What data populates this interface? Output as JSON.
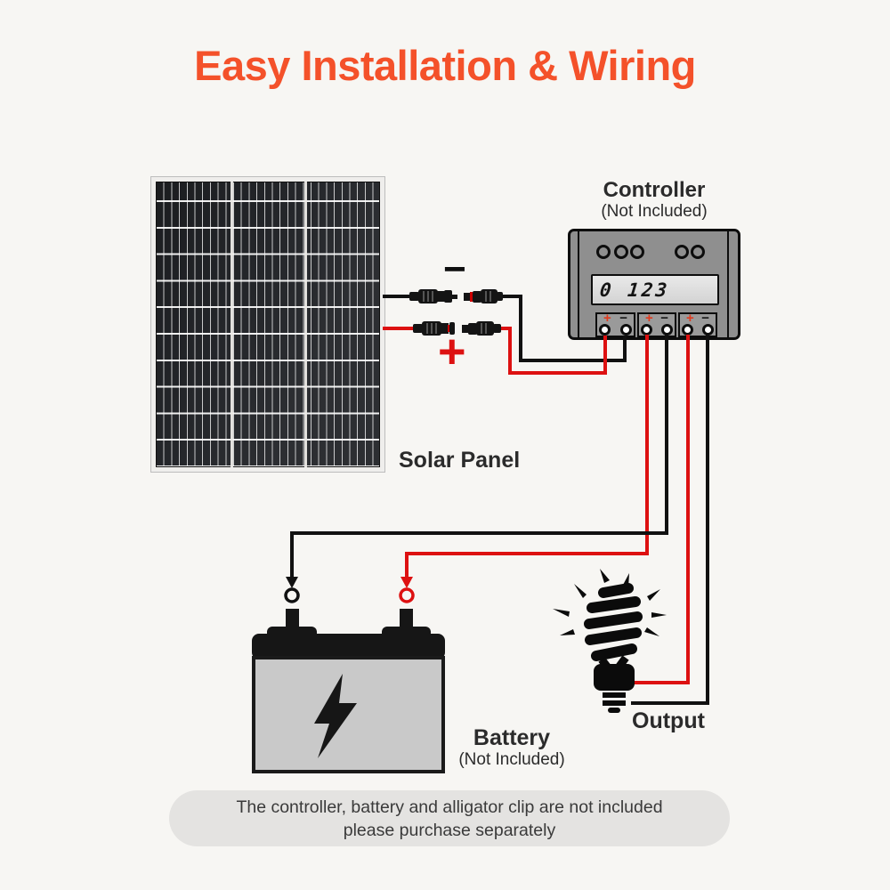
{
  "title": "Easy Installation & Wiring",
  "colors": {
    "accent": "#F4512A",
    "wire_positive": "#DD1111",
    "wire_negative": "#111111"
  },
  "solar_panel": {
    "label": "Solar Panel"
  },
  "controller": {
    "label": "Controller",
    "availability": "(Not Included)",
    "lcd_text": "0 123",
    "terminals": [
      {
        "plus": "+",
        "minus": "−"
      },
      {
        "plus": "+",
        "minus": "−"
      },
      {
        "plus": "+",
        "minus": "−"
      }
    ]
  },
  "connectors": {
    "positive_symbol": "+",
    "negative_symbol": "−"
  },
  "battery": {
    "label": "Battery",
    "availability": "(Not Included)"
  },
  "output": {
    "label": "Output"
  },
  "footnote": {
    "line1": "The controller, battery and alligator clip are not included",
    "line2": "please purchase separately"
  }
}
